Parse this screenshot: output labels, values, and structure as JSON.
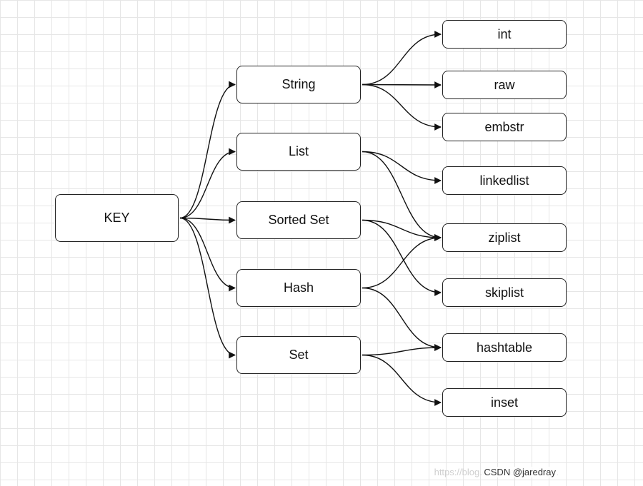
{
  "nodes": {
    "key": "KEY",
    "types": {
      "string": "String",
      "list": "List",
      "sorted_set": "Sorted Set",
      "hash": "Hash",
      "set": "Set"
    },
    "encodings": {
      "int": "int",
      "raw": "raw",
      "embstr": "embstr",
      "linkedlist": "linkedlist",
      "ziplist": "ziplist",
      "skiplist": "skiplist",
      "hashtable": "hashtable",
      "inset": "inset"
    }
  },
  "edges": [
    [
      "key",
      "string"
    ],
    [
      "key",
      "list"
    ],
    [
      "key",
      "sorted_set"
    ],
    [
      "key",
      "hash"
    ],
    [
      "key",
      "set"
    ],
    [
      "string",
      "int"
    ],
    [
      "string",
      "raw"
    ],
    [
      "string",
      "embstr"
    ],
    [
      "list",
      "linkedlist"
    ],
    [
      "list",
      "ziplist"
    ],
    [
      "sorted_set",
      "ziplist"
    ],
    [
      "sorted_set",
      "skiplist"
    ],
    [
      "hash",
      "ziplist"
    ],
    [
      "hash",
      "hashtable"
    ],
    [
      "set",
      "hashtable"
    ],
    [
      "set",
      "inset"
    ]
  ],
  "watermark": {
    "faint": "https://blog.csdn.net/weixin_...",
    "strong": "CSDN @jaredray"
  }
}
